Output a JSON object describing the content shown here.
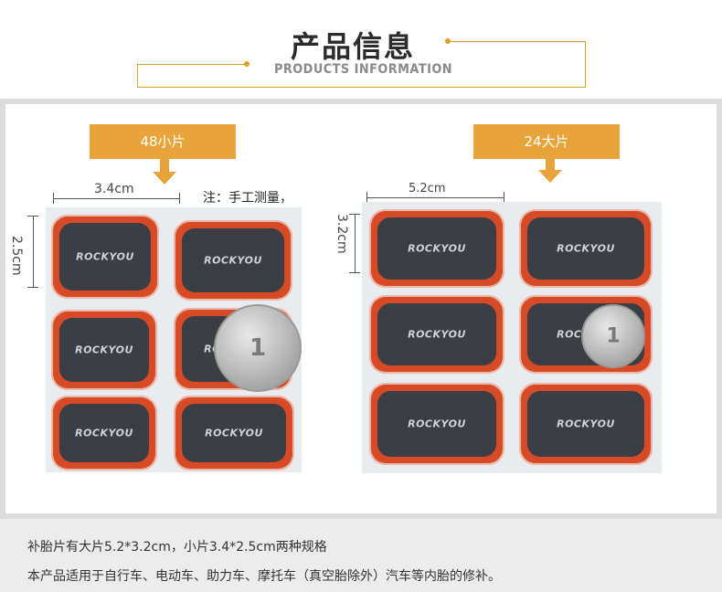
{
  "header": {
    "title_cn": "产品信息",
    "title_en": "PRODUCTS INFORMATION",
    "accent_color": "#e0a020"
  },
  "left": {
    "tag": "48小片",
    "width_dim": "3.4cm",
    "height_dim": "2.5cm",
    "note": "注：手工测量，",
    "brand": "ROCKYOU"
  },
  "right": {
    "tag": "24大片",
    "width_dim": "5.2cm",
    "height_dim": "3.2cm",
    "brand": "ROCKYOU"
  },
  "coin": {
    "numeral": "1"
  },
  "footer": {
    "line1": "补胎片有大片5.2*3.2cm，小片3.4*2.5cm两种规格",
    "line2": "本产品适用于自行车、电动车、助力车、摩托车（真空胎除外）汽车等内胎的修补。"
  }
}
